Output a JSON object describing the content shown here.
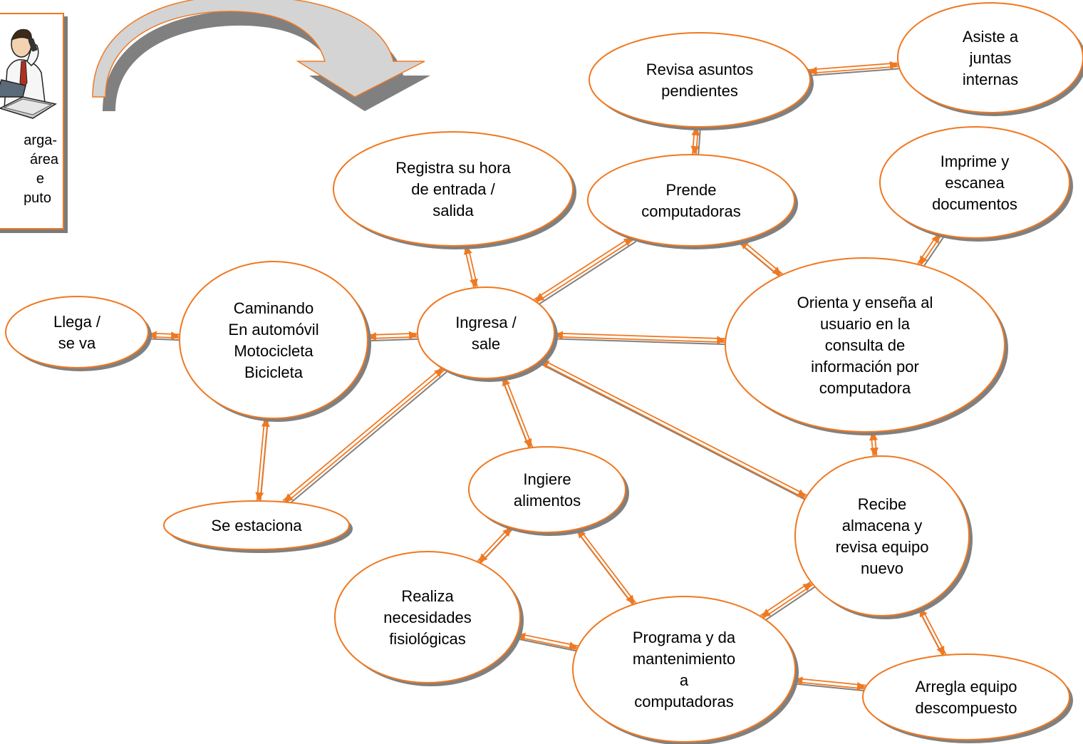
{
  "caption": {
    "lines": [
      "arga-",
      "área",
      "e",
      "puto"
    ]
  },
  "nodes": {
    "llega": {
      "lines": [
        "Llega /",
        "se va"
      ]
    },
    "caminando": {
      "lines": [
        "Caminando",
        "En automóvil",
        "Motocicleta",
        "Bicicleta"
      ]
    },
    "estaciona": {
      "lines": [
        "Se estaciona"
      ]
    },
    "registra": {
      "lines": [
        "Registra su hora",
        "de entrada /",
        "salida"
      ]
    },
    "ingresa": {
      "lines": [
        "Ingresa /",
        "sale"
      ]
    },
    "revisa_asuntos": {
      "lines": [
        "Revisa asuntos",
        "pendientes"
      ]
    },
    "asiste": {
      "lines": [
        "Asiste a",
        "juntas",
        "internas"
      ]
    },
    "prende": {
      "lines": [
        "Prende",
        "computadoras"
      ]
    },
    "imprime": {
      "lines": [
        "Imprime y",
        "escanea",
        "documentos"
      ]
    },
    "orienta": {
      "lines": [
        "Orienta y enseña al",
        "usuario en la",
        "consulta de",
        "información por",
        "computadora"
      ]
    },
    "ingiere": {
      "lines": [
        "Ingiere",
        "alimentos"
      ]
    },
    "realiza": {
      "lines": [
        "Realiza",
        "necesidades",
        "fisiológicas"
      ]
    },
    "programa": {
      "lines": [
        "Programa y da",
        "mantenimiento",
        "a",
        "computadoras"
      ]
    },
    "recibe": {
      "lines": [
        "Recibe",
        "almacena y",
        "revisa equipo",
        "nuevo"
      ]
    },
    "arregla": {
      "lines": [
        "Arregla equipo",
        "descompuesto"
      ]
    }
  },
  "edges": [
    {
      "from": "llega",
      "to": "caminando"
    },
    {
      "from": "caminando",
      "to": "ingresa"
    },
    {
      "from": "caminando",
      "to": "estaciona"
    },
    {
      "from": "estaciona",
      "to": "ingresa"
    },
    {
      "from": "registra",
      "to": "ingresa"
    },
    {
      "from": "ingresa",
      "to": "prende"
    },
    {
      "from": "ingresa",
      "to": "orienta"
    },
    {
      "from": "ingresa",
      "to": "ingiere"
    },
    {
      "from": "ingresa",
      "to": "recibe"
    },
    {
      "from": "prende",
      "to": "revisa_asuntos"
    },
    {
      "from": "revisa_asuntos",
      "to": "asiste"
    },
    {
      "from": "prende",
      "to": "orienta"
    },
    {
      "from": "orienta",
      "to": "imprime"
    },
    {
      "from": "orienta",
      "to": "recibe"
    },
    {
      "from": "ingiere",
      "to": "realiza"
    },
    {
      "from": "ingiere",
      "to": "programa"
    },
    {
      "from": "realiza",
      "to": "programa"
    },
    {
      "from": "programa",
      "to": "recibe"
    },
    {
      "from": "programa",
      "to": "arregla"
    },
    {
      "from": "recibe",
      "to": "arregla"
    }
  ],
  "colors": {
    "accent": "#f07820",
    "shadow": "#808080",
    "arrow_fill": "#d4d4d4"
  }
}
